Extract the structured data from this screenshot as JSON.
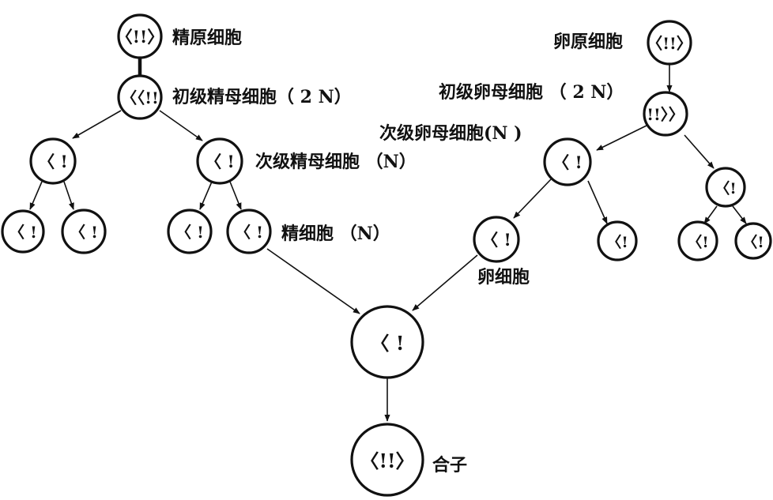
{
  "colors": {
    "ink": "#111111",
    "background": "#ffffff"
  },
  "nodes": {
    "spermatogonium": "〈!!〉",
    "primary_spermatocyte": "〈〈!!",
    "secondary_spermatocyte_left": "〈 !",
    "secondary_spermatocyte_right": "〈 !",
    "spermatid_1": "〈 !",
    "spermatid_2": "〈 !",
    "spermatid_3": "〈 !",
    "spermatid_4": "〈 !",
    "zygote_intermediate": "〈 !",
    "zygote": "〈!!〉",
    "oogonium": "〈!!〉",
    "primary_oocyte": "!!〉〉",
    "secondary_oocyte": "〈 !",
    "polar_body_first": "〈!",
    "ovum": "〈 !",
    "polar_body_2": "〈!",
    "polar_body_3": "〈!",
    "polar_body_4": "〈!"
  },
  "labels": {
    "spermatogonium": "精原细胞",
    "primary_spermatocyte": "初级精母细胞（ 2 N）",
    "secondary_spermatocyte": "次级精母细胞 （N）",
    "spermatid": "精细胞 （N）",
    "oogonium": "卵原细胞",
    "primary_oocyte": "初级卵母细胞 （ 2 N）",
    "secondary_oocyte": "次级卵母细胞(N )",
    "ovum": "卵细胞",
    "zygote": "合子"
  }
}
